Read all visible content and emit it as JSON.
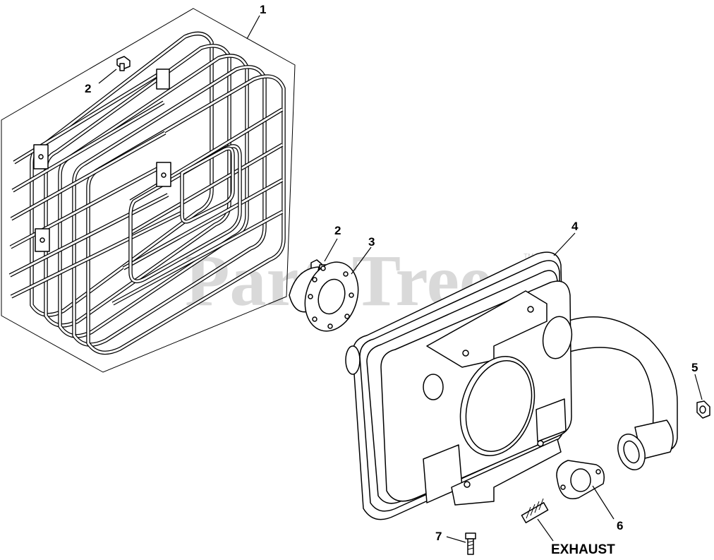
{
  "watermark": {
    "text": "PartsTree",
    "tm": "TM"
  },
  "callouts": [
    {
      "id": "c1",
      "text": "1"
    },
    {
      "id": "c2a",
      "text": "2"
    },
    {
      "id": "c2b",
      "text": "2"
    },
    {
      "id": "c3",
      "text": "3"
    },
    {
      "id": "c4",
      "text": "4"
    },
    {
      "id": "c5",
      "text": "5"
    },
    {
      "id": "c6",
      "text": "6"
    },
    {
      "id": "c7",
      "text": "7"
    }
  ],
  "exhaust_label": "EXHAUST",
  "colors": {
    "line": "#000000",
    "background": "#ffffff",
    "watermark": "#d9d9d9"
  }
}
